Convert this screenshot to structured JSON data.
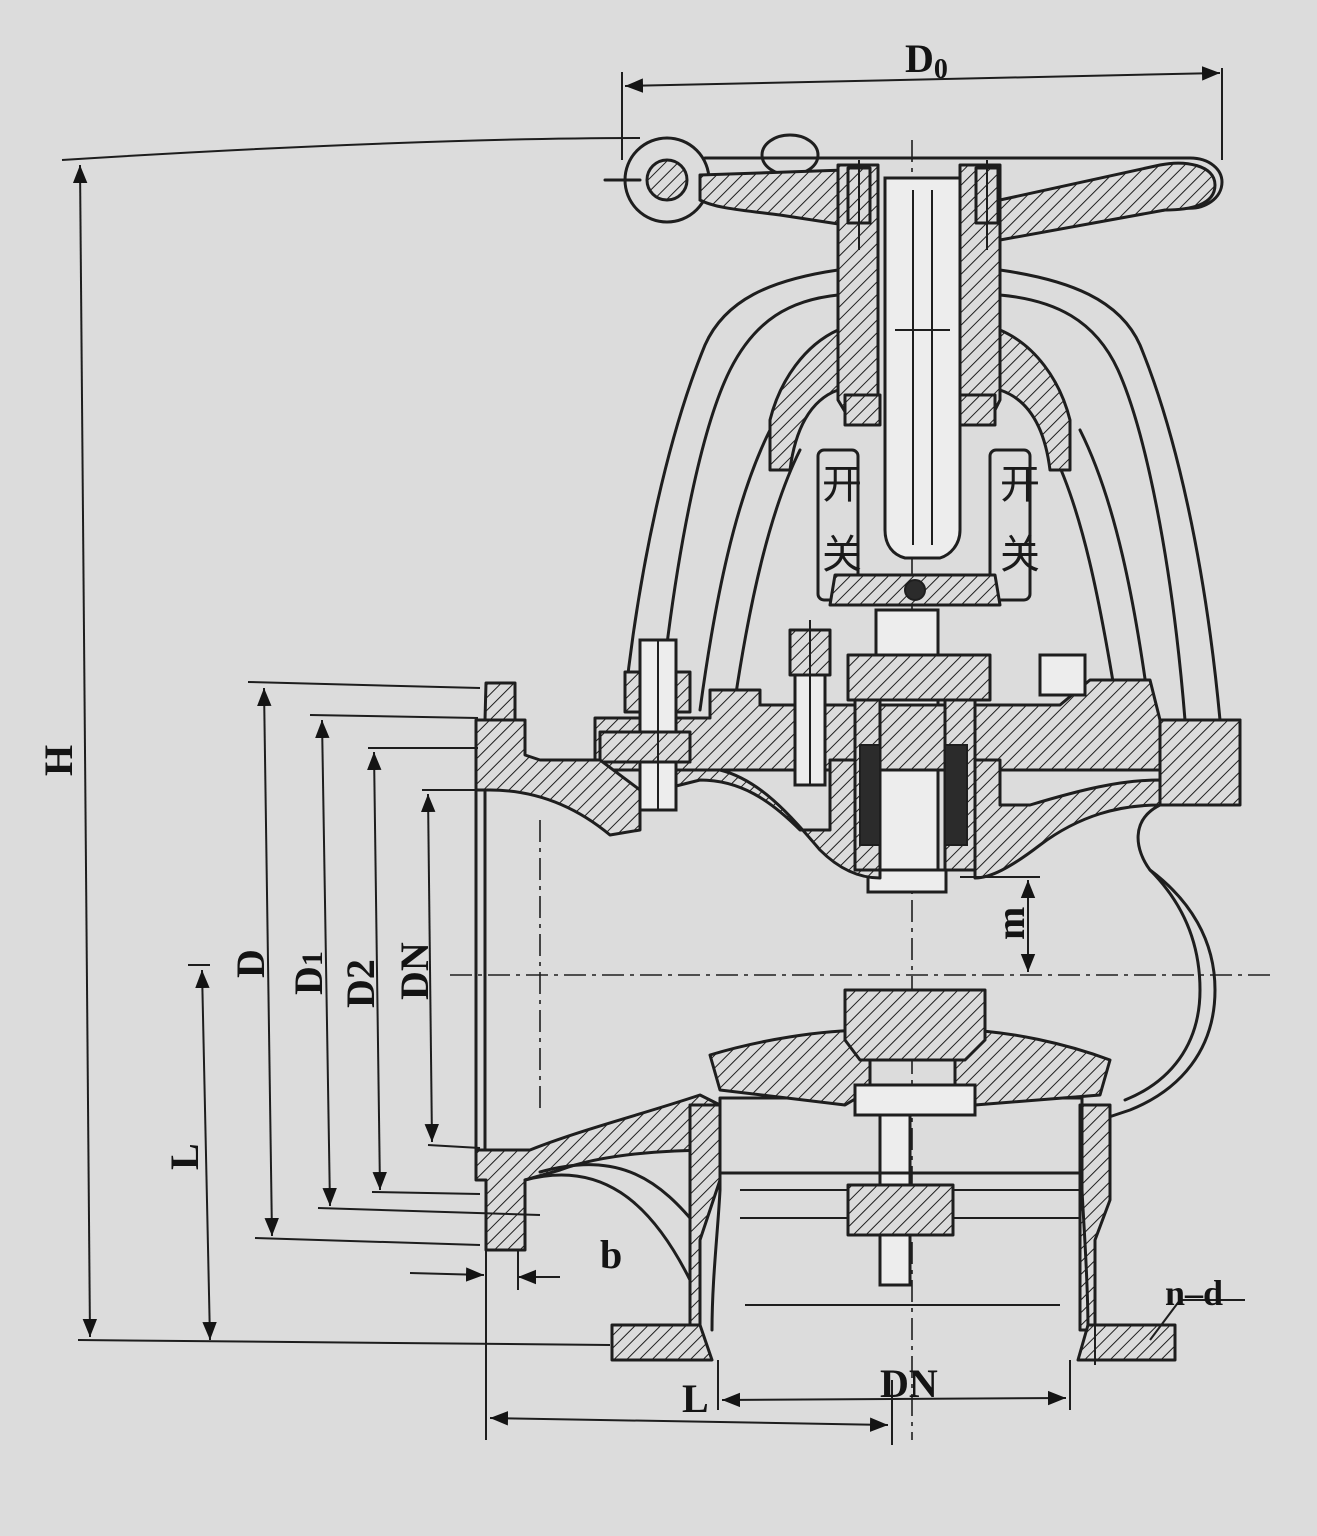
{
  "labels": {
    "D0": "D",
    "D0_sub": "0",
    "H": "H",
    "D": "D",
    "D1": "D",
    "D1_sub": "1",
    "D2": "D2",
    "DN_vertical": "DN",
    "m": "m",
    "L_left": "L",
    "b": "b",
    "n_d": "n–d",
    "L_bottom": "L",
    "DN_bottom": "DN"
  },
  "markings": {
    "left": [
      "开",
      "关"
    ],
    "right": [
      "开",
      "关"
    ]
  },
  "colors": {
    "paper": "#dcdcdc",
    "ink": "#1e1e1e"
  }
}
